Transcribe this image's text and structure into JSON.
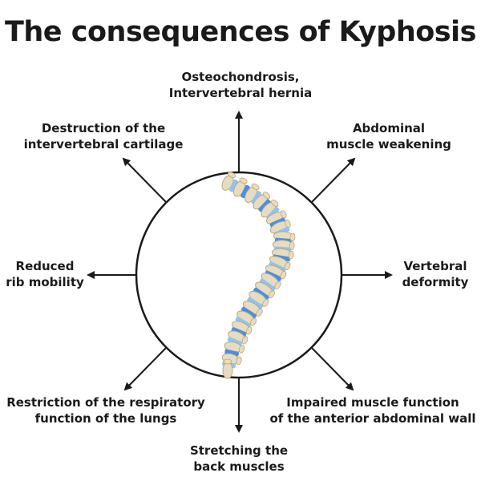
{
  "title": "The consequences of Kyphosis",
  "colors": {
    "line": "#1a1a1a",
    "bone": "#e8dcc0",
    "bone_edge": "#b8a880",
    "disc": "#4a90e2",
    "disc_light": "#8fc4f0"
  },
  "consequences": [
    {
      "id": "top",
      "lines": [
        "Osteochondrosis,",
        "Intervertebral hernia"
      ]
    },
    {
      "id": "top-left",
      "lines": [
        "Destruction of the",
        "intervertebral cartilage"
      ]
    },
    {
      "id": "top-right",
      "lines": [
        "Abdominal",
        "muscle weakening"
      ]
    },
    {
      "id": "left",
      "lines": [
        "Reduced",
        "rib mobility"
      ]
    },
    {
      "id": "right",
      "lines": [
        "Vertebral",
        "deformity"
      ]
    },
    {
      "id": "bottom-left",
      "lines": [
        "Restriction of the respiratory",
        "function of the lungs"
      ]
    },
    {
      "id": "bottom-right",
      "lines": [
        "Impaired muscle function",
        "of the anterior abdominal wall"
      ]
    },
    {
      "id": "bottom",
      "lines": [
        "Stretching the",
        "back muscles"
      ]
    }
  ]
}
